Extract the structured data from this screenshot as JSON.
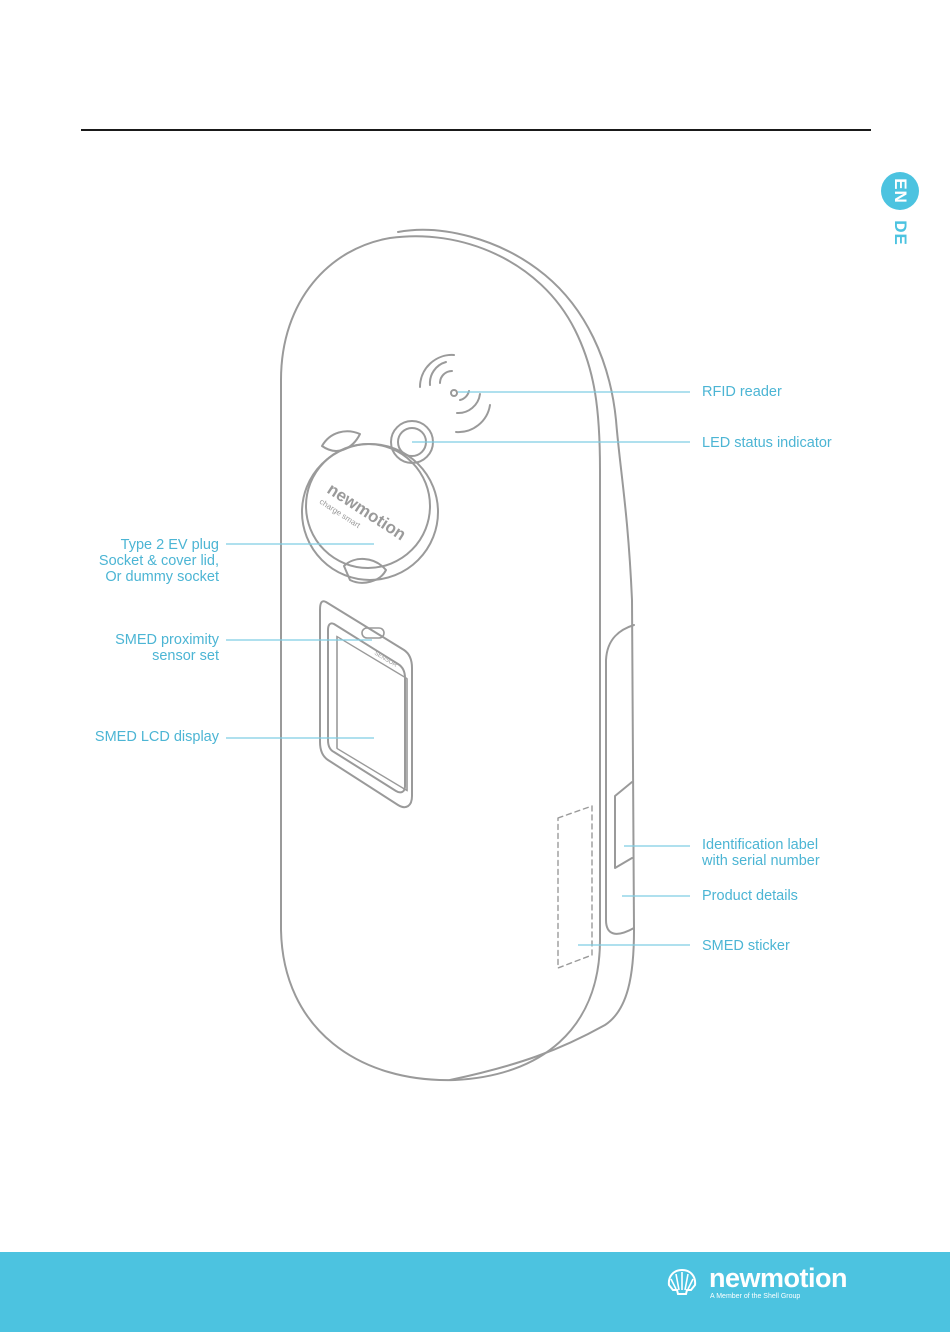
{
  "language": {
    "current": "EN",
    "other": "DE"
  },
  "device": {
    "plug_brand": "newmotion",
    "plug_tagline": "charge smart",
    "sensor_text": "SENSOR"
  },
  "callouts": {
    "rfid_reader": "RFID reader",
    "led_status": "LED status indicator",
    "type2_line1": "Type 2 EV plug",
    "type2_line2": "Socket & cover lid,",
    "type2_line3": "Or dummy socket",
    "proximity_line1": "SMED proximity",
    "proximity_line2": "sensor set",
    "lcd_display": "SMED LCD display",
    "id_label_line1": "Identification label",
    "id_label_line2": "with serial number",
    "product_details": "Product details",
    "smed_sticker": "SMED sticker"
  },
  "footer": {
    "brand": "newmotion",
    "tagline": "A Member of the Shell Group"
  },
  "colors": {
    "accent": "#4cc3e0",
    "line": "#9a9a9a",
    "callout": "#4cb5d4"
  }
}
